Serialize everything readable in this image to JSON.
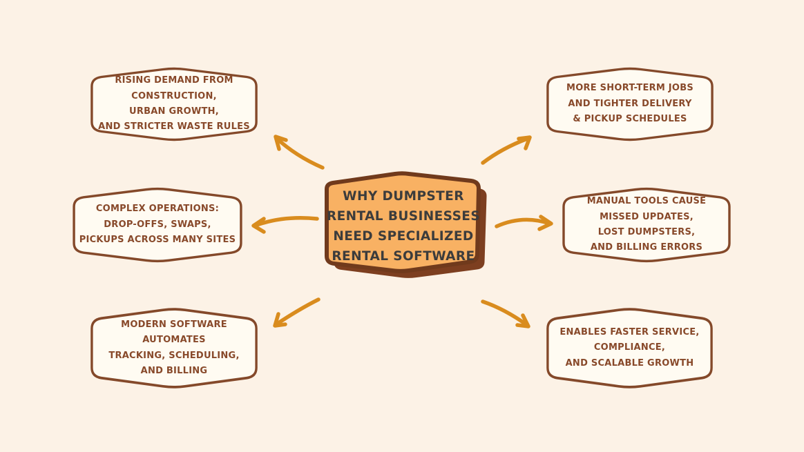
{
  "diagram": {
    "background_color": "#fcf2e6",
    "center": {
      "title": "WHY DUMPSTER\nRENTAL BUSINESSES\nNEED SPECIALIZED\nRENTAL SOFTWARE",
      "fill_color": "#f8b163",
      "border_color": "#703a1c",
      "shadow_color": "#7d3f20",
      "text_color": "#3c3c3c"
    },
    "nodes": [
      {
        "id": "rising-demand",
        "position": "top-left",
        "text": "RISING DEMAND FROM\nCONSTRUCTION,\nURBAN GROWTH,\nAND STRICTER WASTE RULES"
      },
      {
        "id": "short-term-jobs",
        "position": "top-right",
        "text": "MORE SHORT-TERM JOBS\nAND TIGHTER DELIVERY\n& PICKUP SCHEDULES"
      },
      {
        "id": "complex-operations",
        "position": "mid-left",
        "text": "COMPLEX OPERATIONS:\nDROP-OFFS, SWAPS,\nPICKUPS ACROSS MANY SITES"
      },
      {
        "id": "manual-tools",
        "position": "mid-right",
        "text": "MANUAL TOOLS CAUSE\nMISSED UPDATES,\nLOST DUMPSTERS,\nAND BILLING ERRORS"
      },
      {
        "id": "software-automates",
        "position": "bottom-left",
        "text": "MODERN SOFTWARE AUTOMATES\nTRACKING, SCHEDULING,\nAND BILLING"
      },
      {
        "id": "faster-service",
        "position": "bottom-right",
        "text": "ENABLES FASTER SERVICE,\nCOMPLIANCE,\nAND SCALABLE GROWTH"
      }
    ],
    "node_style": {
      "fill_color": "#fffbf2",
      "border_color": "#84492a",
      "text_color": "#88492a"
    },
    "arrow_color": "#d98c1e"
  }
}
